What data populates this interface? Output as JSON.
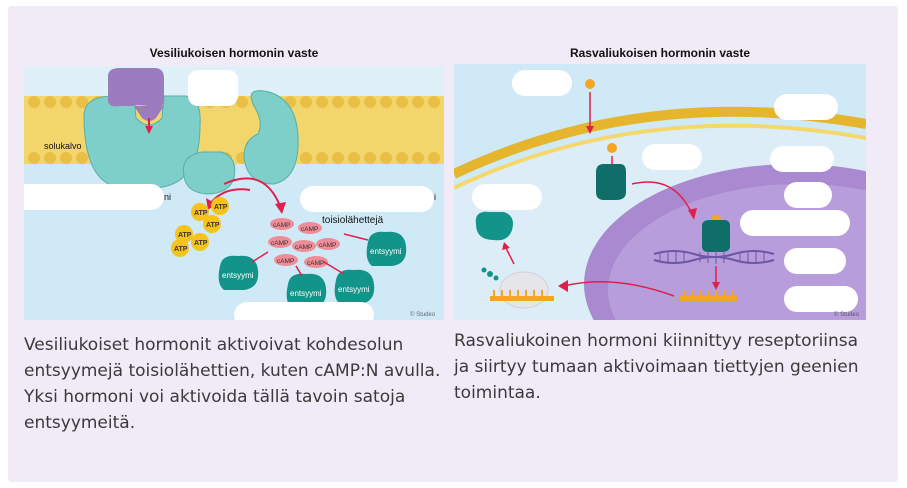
{
  "left_panel": {
    "title": "Vesiliukoisen hormonin vaste",
    "labels": {
      "cell_membrane": "solukalvo",
      "second_messengers": "toisiolähettejä",
      "atp": "ATP",
      "camp": "cAMP",
      "enzyme": "entsyymi",
      "partial_ni": "ni",
      "partial_i": "i"
    },
    "credit": "© Studeo",
    "caption": "Vesiliukoiset hormonit aktivoivat kohdesolun entsyymejä toisiolähettien, kuten cAMP:N avulla. Yksi hormoni voi aktivoida tällä tavoin satoja entsyymeitä."
  },
  "right_panel": {
    "title": "Rasvaliukoisen hormonin vaste",
    "credit": "© Studeo",
    "caption": "Rasvaliukoinen hormoni kiinnittyy reseptoriinsa ja siirtyy tumaan aktivoimaan tiettyjen geenien toimintaa."
  },
  "colors": {
    "background": "#f1ebf8",
    "membrane": "#f3d66b",
    "receptor": "#7ecfc9",
    "hormone": "#9b7cbf",
    "enzyme": "#13948a",
    "camp": "#ee8d97",
    "atp": "#f6c31b",
    "nucleus": "#a98ad1",
    "arrow": "#e0204a"
  }
}
